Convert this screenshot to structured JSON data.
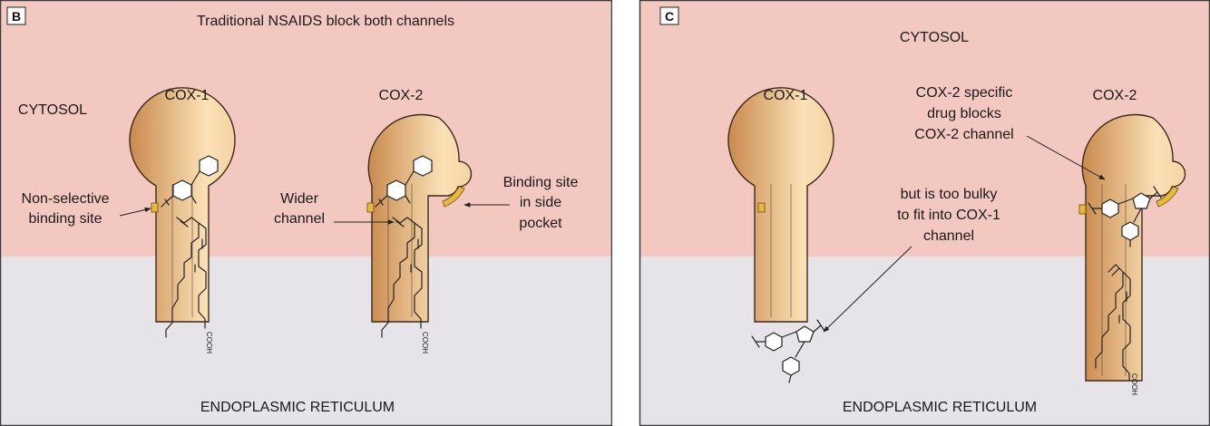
{
  "colors": {
    "cytosol": "#f3c8c0",
    "er": "#e6e4e9",
    "enzyme_dark": "#c98a4e",
    "enzyme_light": "#fbe1b6",
    "outline": "#3b2a1c",
    "binding_site": "#e9b93a",
    "border": "#3c3c3c"
  },
  "panels": [
    {
      "letter": "B",
      "title": "Traditional NSAIDS block both channels",
      "cytosol_label": "CYTOSOL",
      "er_label": "ENDOPLASMIC RETICULUM",
      "enzyme_1": "COX-1",
      "enzyme_2": "COX-2",
      "nonselective": [
        "Non-selective",
        "binding site"
      ],
      "wider_channel": [
        "Wider",
        "channel"
      ],
      "side_pocket": [
        "Binding site",
        "in side",
        "pocket"
      ],
      "acid_group": "COOH"
    },
    {
      "letter": "C",
      "cytosol_label": "CYTOSOL",
      "er_label": "ENDOPLASMIC RETICULUM",
      "enzyme_1": "COX-1",
      "enzyme_2": "COX-2",
      "specific_drug": [
        "COX-2 specific",
        "drug blocks",
        "COX-2 channel"
      ],
      "too_bulky": [
        "but is too bulky",
        "to fit into COX-1",
        "channel"
      ],
      "acid_group": "COOH"
    }
  ]
}
